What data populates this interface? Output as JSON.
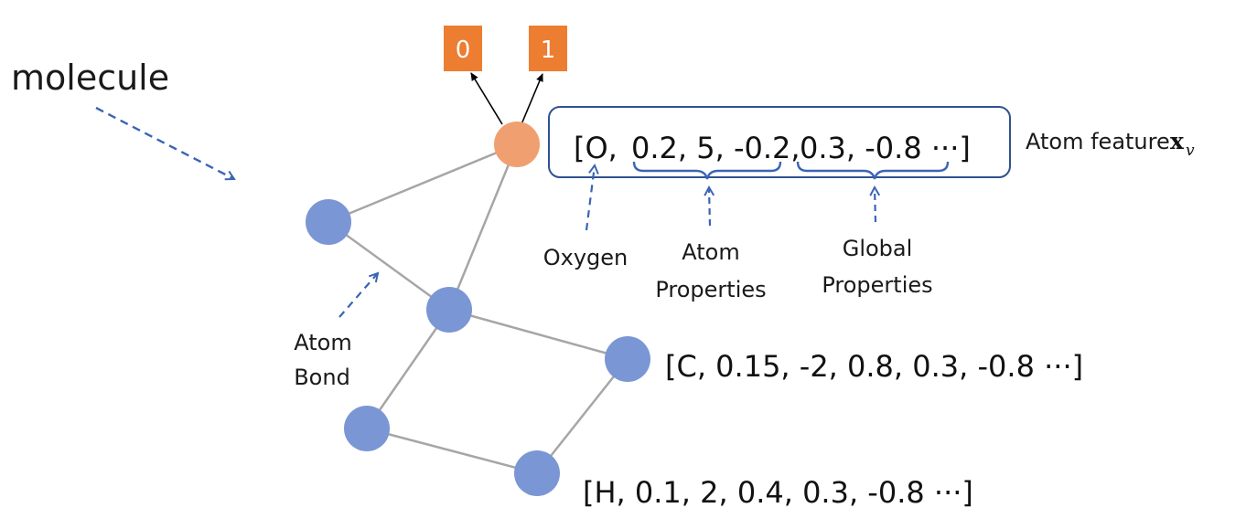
{
  "molecule_label": "molecule",
  "outputs": [
    {
      "label": "0",
      "color": "#ed7d31"
    },
    {
      "label": "1",
      "color": "#ed7d31"
    }
  ],
  "oxygen_vector": {
    "open": "[O,",
    "atom_props": "0.2, 5, -0.2,",
    "global_props": "0.3, -0.8 ···]"
  },
  "atom_feature_label": "Atom feature",
  "atom_feature_symbol": "x",
  "atom_feature_subscript": "v",
  "annotations": {
    "oxygen": "Oxygen",
    "atom_properties": [
      "Atom",
      "Properties"
    ],
    "global_properties": [
      "Global",
      "Properties"
    ],
    "atom_bond": [
      "Atom",
      "Bond"
    ]
  },
  "carbon_vector": "[C, 0.15, -2, 0.8, 0.3, -0.8 ···]",
  "hydrogen_vector": "[H, 0.1, 2, 0.4, 0.3, -0.8 ···]",
  "colors": {
    "oxygen_node": "#f0a070",
    "atom_node": "#7b96d4",
    "bond": "#a6a6a6",
    "accent_blue": "#3a64b5",
    "output_box": "#ed7d31"
  }
}
